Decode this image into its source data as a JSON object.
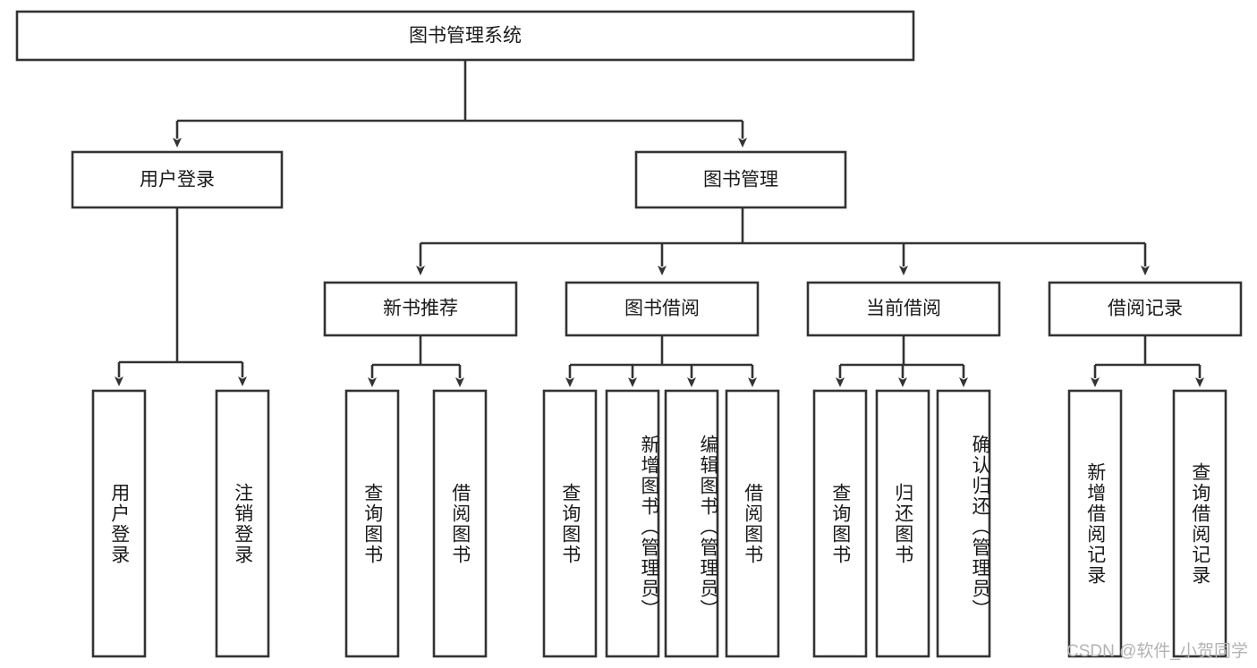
{
  "diagram": {
    "title_node": {
      "label": "图书管理系统"
    },
    "level2": [
      {
        "id": "user-login",
        "label": "用户登录"
      },
      {
        "id": "book-management",
        "label": "图书管理"
      }
    ],
    "level3": [
      {
        "id": "new-book-recommend",
        "label": "新书推荐"
      },
      {
        "id": "book-borrow",
        "label": "图书借阅"
      },
      {
        "id": "current-borrow",
        "label": "当前借阅"
      },
      {
        "id": "borrow-record",
        "label": "借阅记录"
      }
    ],
    "leaves": [
      {
        "id": "leaf-user-login",
        "label": "用户登录",
        "parent": "user-login"
      },
      {
        "id": "leaf-user-logout",
        "label": "注销登录",
        "parent": "user-login"
      },
      {
        "id": "leaf-query-book-1",
        "label": "查询图书",
        "parent": "new-book-recommend"
      },
      {
        "id": "leaf-borrow-book-1",
        "label": "借阅图书",
        "parent": "new-book-recommend"
      },
      {
        "id": "leaf-query-book-2",
        "label": "查询图书",
        "parent": "book-borrow"
      },
      {
        "id": "leaf-add-book",
        "label": "新增图书（管理员）",
        "parent": "book-borrow"
      },
      {
        "id": "leaf-edit-book",
        "label": "编辑图书（管理员）",
        "parent": "book-borrow"
      },
      {
        "id": "leaf-borrow-book-2",
        "label": "借阅图书",
        "parent": "book-borrow"
      },
      {
        "id": "leaf-query-book-3",
        "label": "查询图书",
        "parent": "current-borrow"
      },
      {
        "id": "leaf-return-book",
        "label": "归还图书",
        "parent": "current-borrow"
      },
      {
        "id": "leaf-confirm-return",
        "label": "确认归还（管理员）",
        "parent": "current-borrow"
      },
      {
        "id": "leaf-add-record",
        "label": "新增借阅记录",
        "parent": "borrow-record"
      },
      {
        "id": "leaf-query-record",
        "label": "查询借阅记录",
        "parent": "borrow-record"
      }
    ],
    "watermark": "CSDN @软件_小贺同学",
    "colors": {
      "stroke": "#333333",
      "fill": "#ffffff",
      "text": "#1a1a1a",
      "watermark": "#b3b3b3",
      "background": "#ffffff"
    }
  }
}
